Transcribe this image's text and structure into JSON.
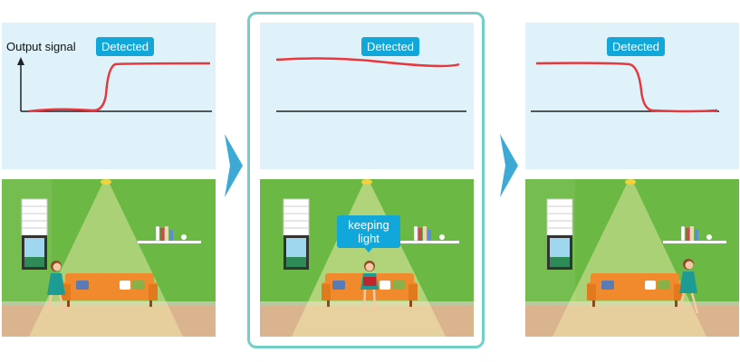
{
  "axis_label": "Output signal",
  "badge_text": "Detected",
  "callout_text": [
    "keeping",
    "light"
  ],
  "colors": {
    "graph_bg": "#dff2fa",
    "signal": "#e8383d",
    "badge": "#11a7db",
    "wall": "#6cb845",
    "floor": "#d9b48f",
    "frame": "#72cfc8",
    "arrow": "#3fa9d6",
    "sofa": "#f08a2c"
  },
  "scenes": [
    {
      "name": "person-entering",
      "signal": "low-to-high"
    },
    {
      "name": "person-sitting",
      "signal": "high"
    },
    {
      "name": "person-leaving",
      "signal": "high-to-low"
    }
  ]
}
